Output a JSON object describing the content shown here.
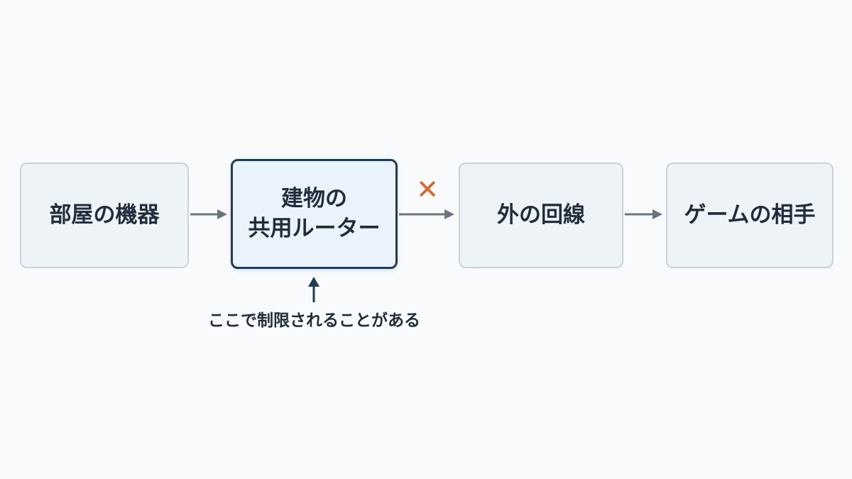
{
  "diagram": {
    "nodes": [
      {
        "id": "devices",
        "lines": [
          "部屋の機器"
        ]
      },
      {
        "id": "router",
        "lines": [
          "建物の",
          "共用ルーター"
        ]
      },
      {
        "id": "line",
        "lines": [
          "外の回線"
        ]
      },
      {
        "id": "opponent",
        "lines": [
          "ゲームの相手"
        ]
      }
    ],
    "blocked_mark": "✕",
    "note": "ここで制限されることがある"
  },
  "colors": {
    "arrow": "#6b7480",
    "blocked": "#e0632a",
    "focus_border": "#1d3b5a",
    "box_border": "#c9d1da",
    "box_fill": "#eef3f8",
    "text": "#1f2d3d"
  }
}
